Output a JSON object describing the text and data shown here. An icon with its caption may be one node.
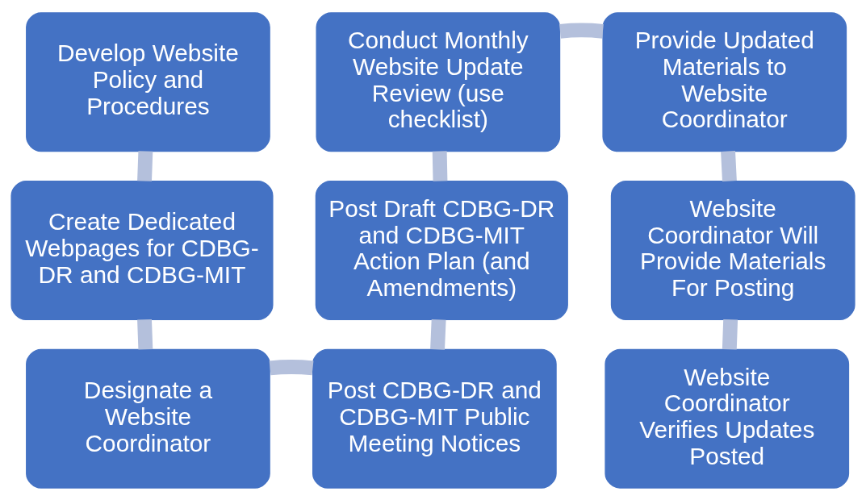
{
  "diagram": {
    "nodes": [
      {
        "text": [
          "Develop Website Policy and Procedures"
        ]
      },
      {
        "text": [
          "Create Dedicated Webpages for CDBG-DR and CDBG-MIT"
        ]
      },
      {
        "text": [
          "Designate a Website Coordinator"
        ]
      },
      {
        "text": [
          "Post CDBG-DR and CDBG-MIT Public Meeting Notices"
        ]
      },
      {
        "text": [
          "Post Draft CDBG-DR and CDBG-MIT Action Plan (and Amendments)"
        ]
      },
      {
        "text": [
          "Conduct Monthly Website Update Review (use checklist)"
        ]
      },
      {
        "text": [
          "Provide Updated Materials to Website Coordinator"
        ]
      },
      {
        "text": [
          "Website Coordinator Will Provide Materials For Posting"
        ]
      },
      {
        "text": [
          "Website Coordinator Verifies Updates Posted"
        ]
      }
    ],
    "edges": [
      {
        "from": 0,
        "to": 1,
        "arrow": "none"
      },
      {
        "from": 1,
        "to": 2,
        "arrow": "none"
      },
      {
        "from": 2,
        "to": 3,
        "arrow": "none"
      },
      {
        "from": 3,
        "to": 4,
        "arrow": "none"
      },
      {
        "from": 4,
        "to": 5,
        "arrow": "none"
      },
      {
        "from": 5,
        "to": 6,
        "arrow": "none"
      },
      {
        "from": 6,
        "to": 7,
        "arrow": "none"
      },
      {
        "from": 7,
        "to": 8,
        "arrow": "none"
      }
    ]
  }
}
